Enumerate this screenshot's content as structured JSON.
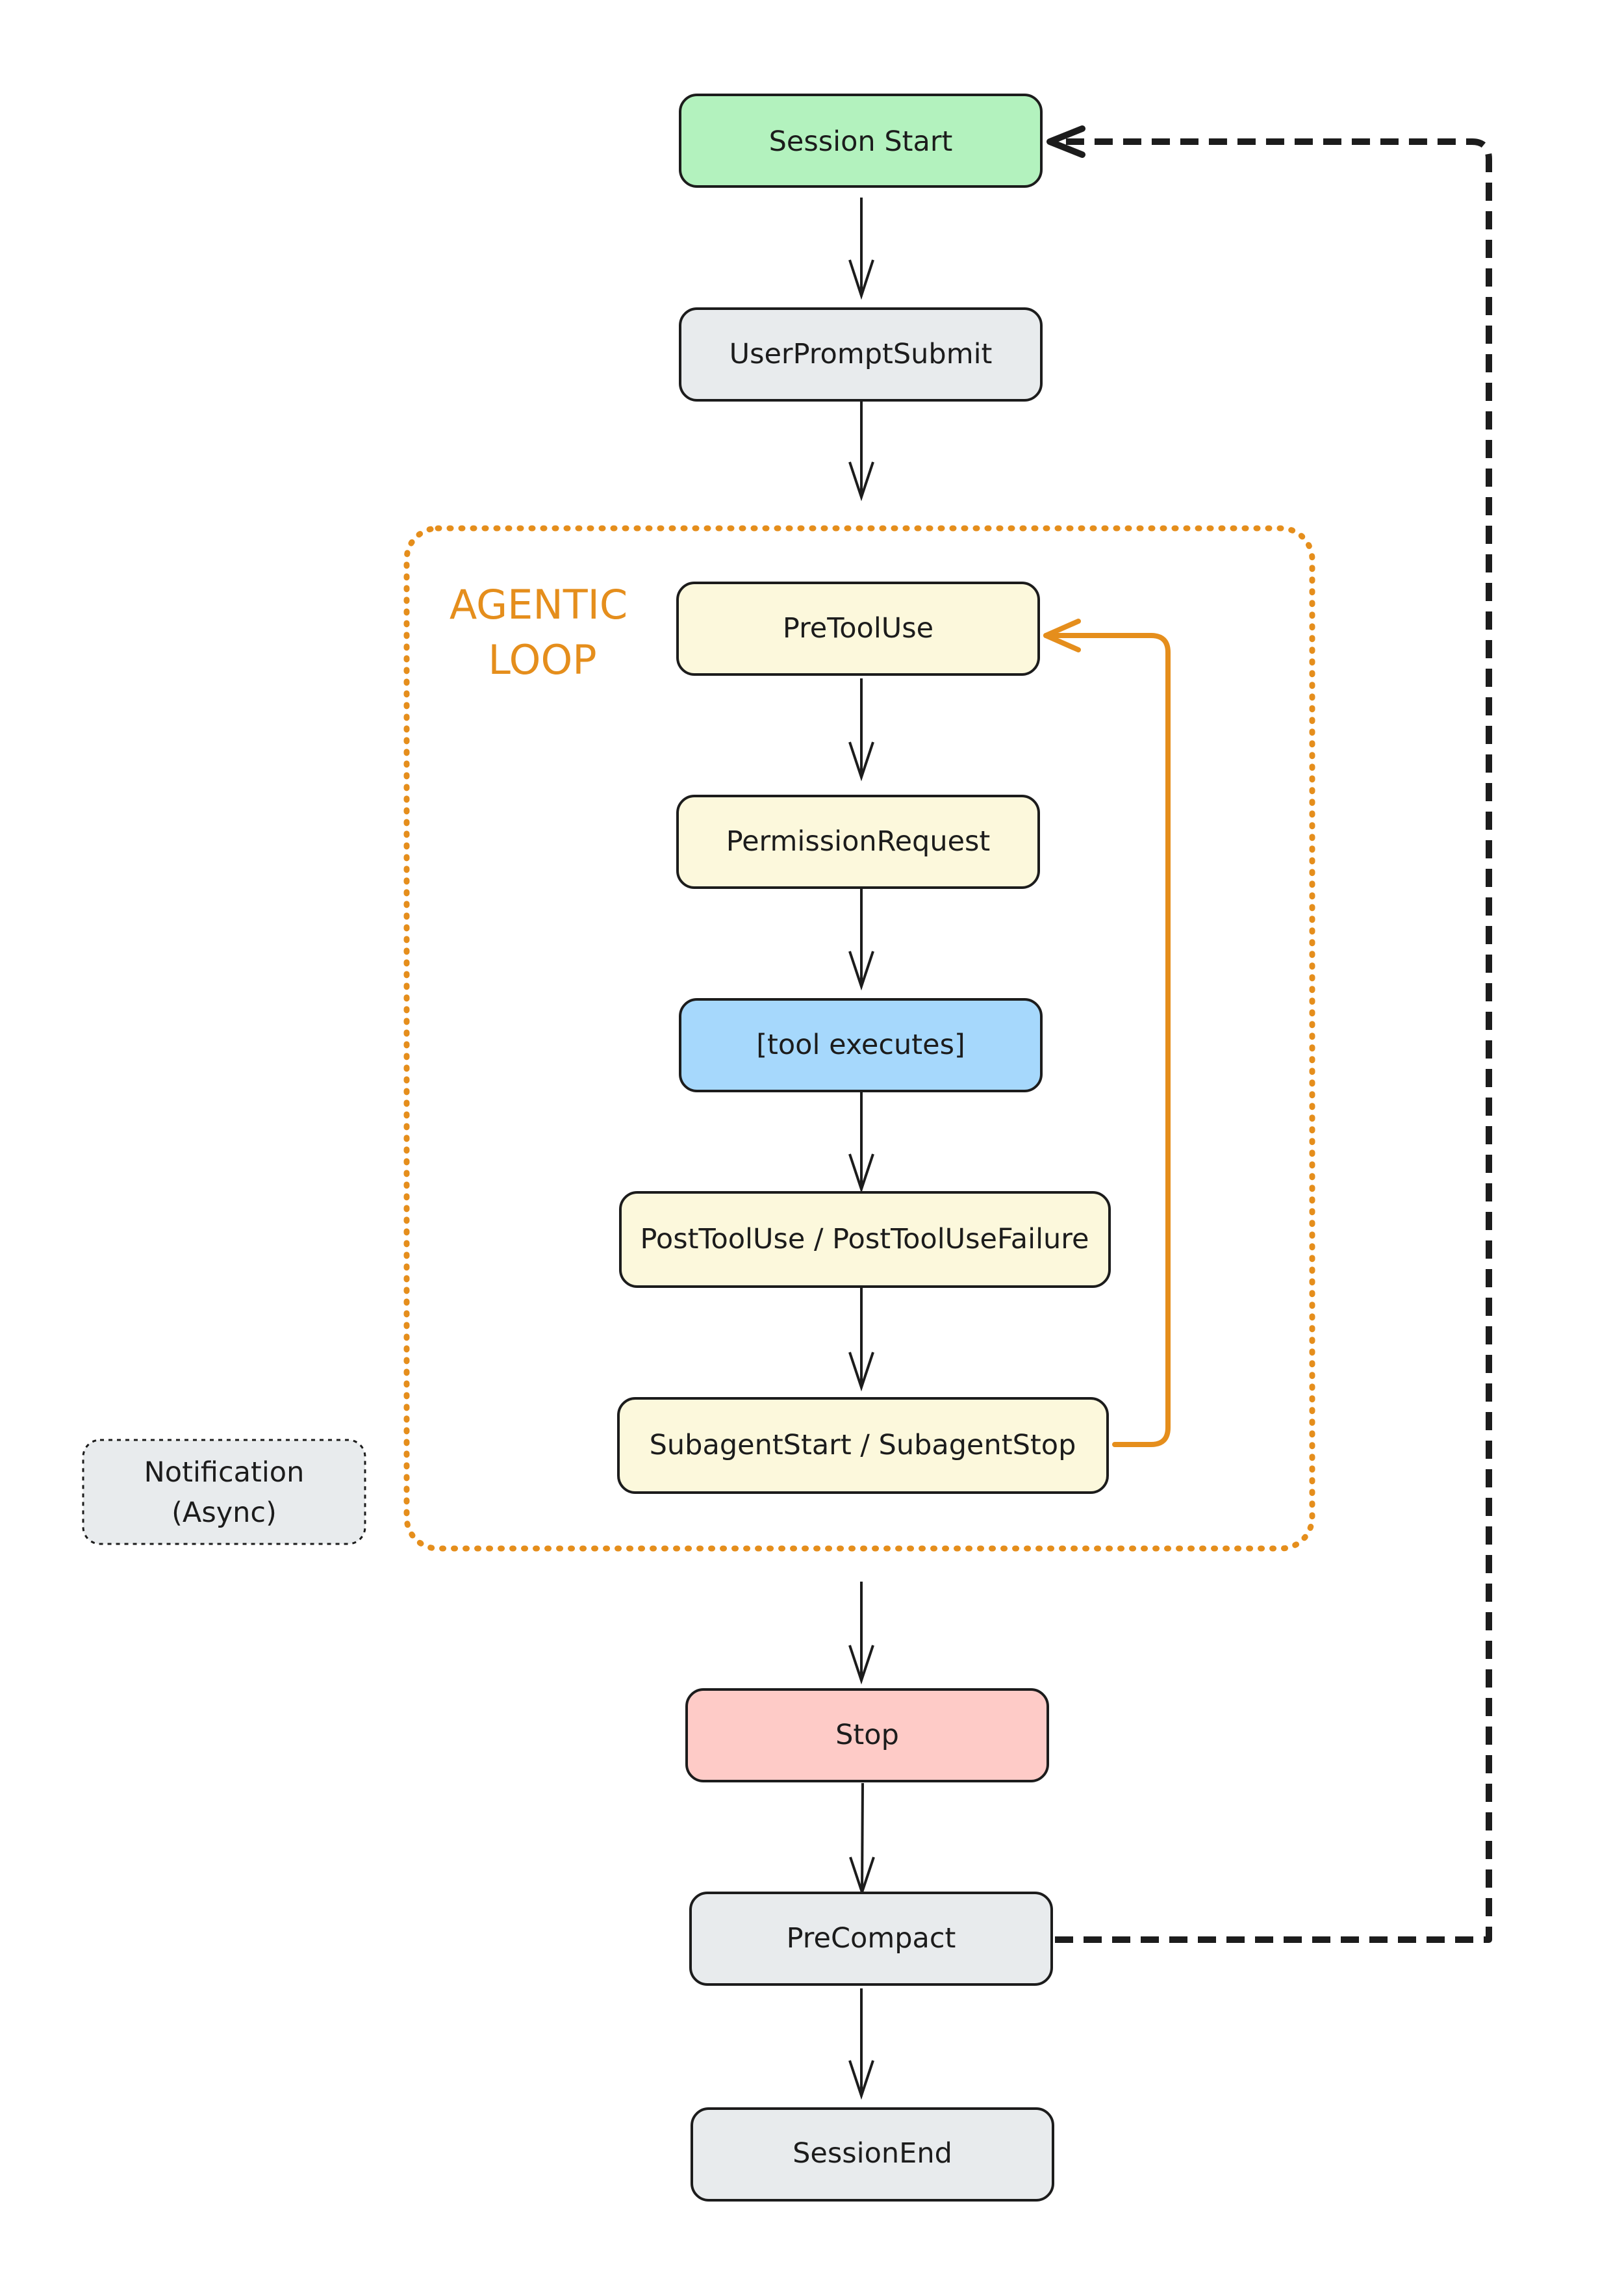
{
  "colors": {
    "session_start": "#b3f2be",
    "neutral": "#e8ebed",
    "loop_step": "#fcf8dc",
    "tool_executes": "#a6d8fc",
    "stop": "#fecbc7",
    "loop_accent": "#e58e1c",
    "stroke": "#1c1c1c"
  },
  "loop": {
    "label_line1": "AGENTIC",
    "label_line2": "LOOP"
  },
  "nodes": {
    "session_start": "Session Start",
    "user_prompt_submit": "UserPromptSubmit",
    "pre_tool_use": "PreToolUse",
    "permission_request": "PermissionRequest",
    "tool_executes": "[tool executes]",
    "post_tool_use": "PostToolUse / PostToolUseFailure",
    "subagent": "SubagentStart / SubagentStop",
    "notification_line1": "Notification",
    "notification_line2": "(Async)",
    "stop": "Stop",
    "pre_compact": "PreCompact",
    "session_end": "SessionEnd"
  }
}
